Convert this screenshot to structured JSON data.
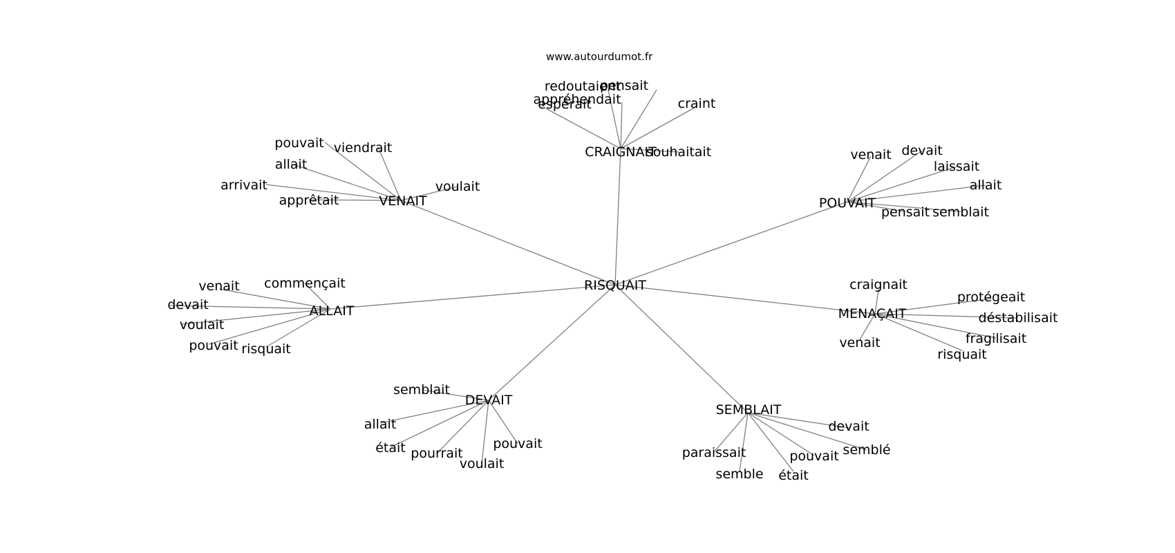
{
  "watermark": "www.autourdumot.fr",
  "graph": {
    "center": "RISQUAIT",
    "groups": [
      {
        "hub": "CRAIGNAIT",
        "words": [
          "redoutaient",
          "pensait",
          "espérait",
          "appréhendait",
          "craint",
          "souhaitait"
        ]
      },
      {
        "hub": "VENAIT",
        "words": [
          "pouvait",
          "viendrait",
          "allait",
          "arrivait",
          "apprêtait",
          "voulait"
        ]
      },
      {
        "hub": "POUVAIT",
        "words": [
          "venait",
          "devait",
          "laissait",
          "allait",
          "pensait",
          "semblait"
        ]
      },
      {
        "hub": "ALLAIT",
        "words": [
          "commençait",
          "venait",
          "devait",
          "voulait",
          "pouvait",
          "risquait"
        ]
      },
      {
        "hub": "MENAÇAIT",
        "words": [
          "craignait",
          "protégeait",
          "déstabilisait",
          "fragilisait",
          "venait",
          "risquait"
        ]
      },
      {
        "hub": "DEVAIT",
        "words": [
          "semblait",
          "allait",
          "était",
          "pourrait",
          "voulait",
          "pouvait"
        ]
      },
      {
        "hub": "SEMBLAIT",
        "words": [
          "devait",
          "semblé",
          "paraissait",
          "pouvait",
          "semble",
          "était"
        ]
      }
    ]
  }
}
